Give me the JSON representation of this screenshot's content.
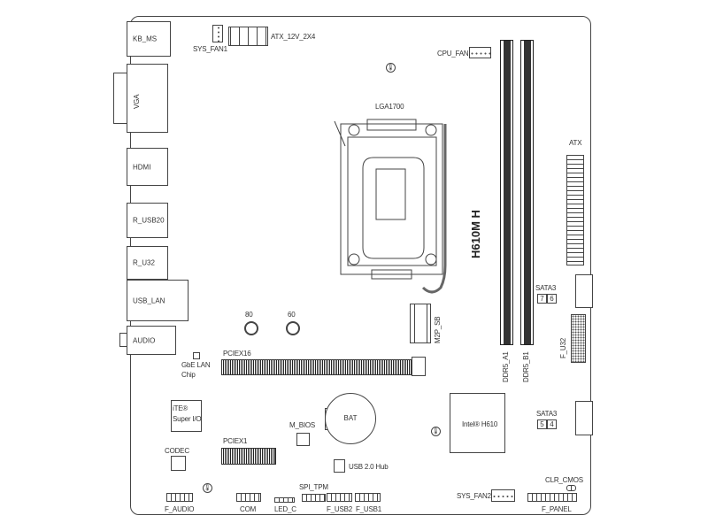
{
  "board": {
    "model": "H610M H",
    "socket": "LGA1700",
    "chipset": "Intel® H610",
    "colors": {
      "line": "#444444",
      "background": "#ffffff",
      "dimm": "#333333"
    }
  },
  "rear_io": {
    "kb_ms": "KB_MS",
    "vga": "VGA",
    "hdmi": "HDMI",
    "r_usb20": "R_USB20",
    "r_u32": "R_U32",
    "usb_lan": "USB_LAN",
    "audio": "AUDIO"
  },
  "top": {
    "sys_fan1": "SYS_FAN1",
    "atx_12v": "ATX_12V_2X4",
    "cpu_fan": "CPU_FAN"
  },
  "right": {
    "dimm_a1": "DDR5_A1",
    "dimm_b1": "DDR5_B1",
    "atx": "ATX",
    "sata3_top": {
      "label": "SATA3",
      "ports": [
        "7",
        "6"
      ]
    },
    "sata3_bottom": {
      "label": "SATA3",
      "ports": [
        "5",
        "4"
      ]
    },
    "f_u32": "F_U32"
  },
  "middle": {
    "m2": "M2P_SB",
    "standoff_80": "80",
    "standoff_60": "60",
    "pciex16": "PCIEX16",
    "gbe_lan": "GbE LAN",
    "gbe_chip": "Chip",
    "ite": "iTE®",
    "super_io": "Super I/O",
    "m_bios": "M_BIOS",
    "bat": "BAT",
    "pciex1": "PCIEX1",
    "codec": "CODEC",
    "usb_hub": "USB 2.0 Hub"
  },
  "bottom": {
    "f_audio": "F_AUDIO",
    "com": "COM",
    "led_c": "LED_C",
    "spi_tpm": "SPI_TPM",
    "f_usb2": "F_USB2",
    "f_usb1": "F_USB1",
    "sys_fan2": "SYS_FAN2",
    "clr_cmos": "CLR_CMOS",
    "f_panel": "F_PANEL"
  }
}
